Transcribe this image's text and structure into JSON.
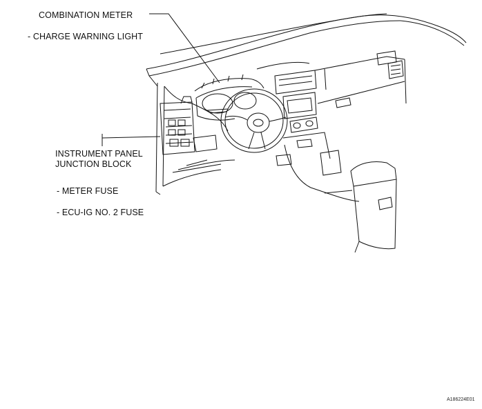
{
  "callouts": {
    "combination_meter": "COMBINATION METER",
    "charge_warning_light": "- CHARGE WARNING LIGHT",
    "junction_block_line1": "INSTRUMENT PANEL",
    "junction_block_line2": "JUNCTION BLOCK",
    "meter_fuse": "-   METER FUSE",
    "ecu_ig_fuse": "-   ECU-IG NO. 2 FUSE"
  },
  "figure_code": "A186224E01",
  "colors": {
    "ink": "#111111",
    "paper": "#ffffff"
  }
}
